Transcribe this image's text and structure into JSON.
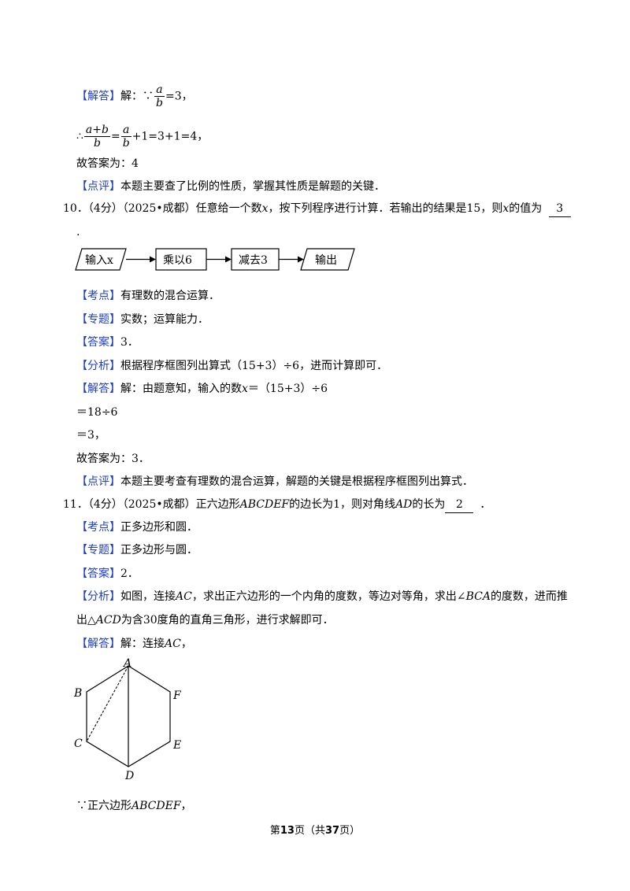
{
  "q9": {
    "jieda_tag": "【解答】",
    "jie": "解：∵",
    "frac1_num": "a",
    "frac1_den": "b",
    "eq3": "=3，",
    "therefore": "∴",
    "frac2_num": "a+b",
    "frac2_den": "b",
    "eq_a": "=",
    "frac3_num": "a",
    "frac3_den": "b",
    "calc_rest": "+1=3+1=4，",
    "answer_line": "故答案为：4",
    "dianping_tag": "【点评】",
    "dianping_text": "本题主要查了比例的性质，掌握其性质是解题的关键．"
  },
  "q10": {
    "stem_a": "10．（4分）（2025•成都）任意给一个数",
    "stem_x": "x",
    "stem_b": "，按下列程序进行计算．若输出的结果是15，则",
    "stem_x2": "x",
    "stem_c": "的值为",
    "answer_blank": "3",
    "stem_end": ".",
    "flow": {
      "input": "输入x",
      "step1": "乘以6",
      "step2": "减去3",
      "output": "输出"
    },
    "kaodian_tag": "【考点】",
    "kaodian": "有理数的混合运算．",
    "zhuanti_tag": "【专题】",
    "zhuanti": "实数；运算能力．",
    "daan_tag": "【答案】",
    "daan": "3．",
    "fenxi_tag": "【分析】",
    "fenxi": "根据程序框图列出算式（15+3）÷6，进而计算即可．",
    "jieda_tag": "【解答】",
    "jieda_a": "解：由题意知，输入的数",
    "jieda_x": "x",
    "jieda_b": "＝（15+3）÷6",
    "step1": "＝18÷6",
    "step2": "＝3，",
    "answer_line": "故答案为：3．",
    "dianping_tag": "【点评】",
    "dianping": "本题主要考查有理数的混合运算，解题的关键是根据程序框图列出算式．"
  },
  "q11": {
    "stem_a": "11．（4分）（2025•成都）正六边形",
    "stem_name": "ABCDEF",
    "stem_b": "的边长为1，则对角线",
    "stem_ad": "AD",
    "stem_c": "的长为",
    "answer_blank": "2",
    "stem_end": "．",
    "kaodian_tag": "【考点】",
    "kaodian": "正多边形和圆．",
    "zhuanti_tag": "【专题】",
    "zhuanti": "正多边形与圆．",
    "daan_tag": "【答案】",
    "daan": "2．",
    "fenxi_tag": "【分析】",
    "fenxi_l1a": "如图，连接",
    "fenxi_ac": "AC",
    "fenxi_l1b": "，求出正六边形的一个内角的度数，等边对等角，求出∠",
    "fenxi_bca": "BCA",
    "fenxi_l1c": "的度数，进而推",
    "fenxi_l2a": "出△",
    "fenxi_acd": "ACD",
    "fenxi_l2b": "为含30度角的直角三角形，进行求解即可．",
    "jieda_tag": "【解答】",
    "jieda_a": "解：连接",
    "jieda_ac": "AC",
    "jieda_b": "，",
    "figure_labels": {
      "A": "A",
      "B": "B",
      "C": "C",
      "D": "D",
      "E": "E",
      "F": "F"
    },
    "because": "∵正六边形",
    "because_name": "ABCDEF",
    "because_end": "，"
  },
  "footer": {
    "a": "第",
    "page": "13",
    "b": "页（共",
    "total": "37",
    "c": "页）"
  }
}
